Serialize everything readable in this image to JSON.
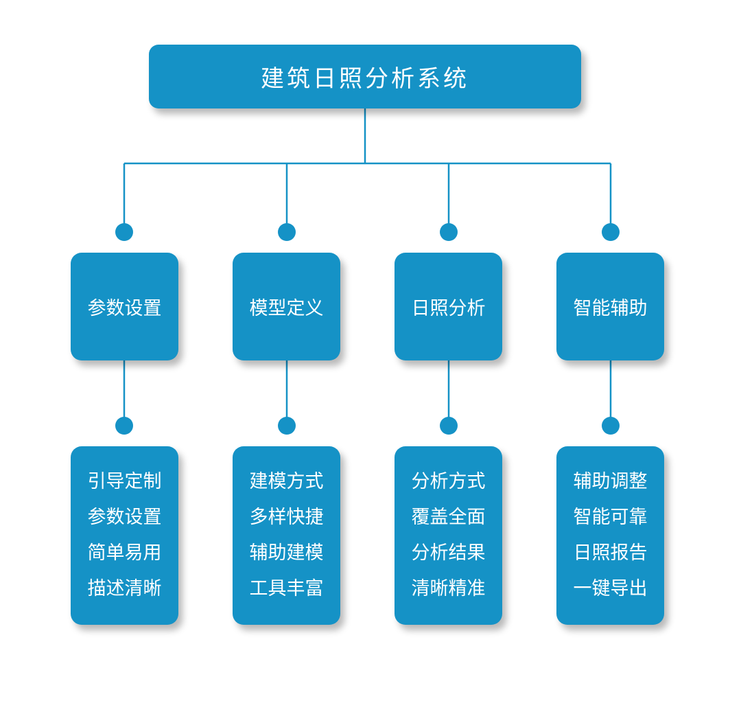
{
  "colors": {
    "node_fill": "#1592c6",
    "connector": "#1592c6",
    "text": "#ffffff"
  },
  "root": {
    "title": "建筑日照分析系统"
  },
  "categories": [
    {
      "title": "参数设置",
      "items": [
        "引导定制",
        "参数设置",
        "简单易用",
        "描述清晰"
      ]
    },
    {
      "title": "模型定义",
      "items": [
        "建模方式",
        "多样快捷",
        "辅助建模",
        "工具丰富"
      ]
    },
    {
      "title": "日照分析",
      "items": [
        "分析方式",
        "覆盖全面",
        "分析结果",
        "清晰精准"
      ]
    },
    {
      "title": "智能辅助",
      "items": [
        "辅助调整",
        "智能可靠",
        "日照报告",
        "一键导出"
      ]
    }
  ]
}
